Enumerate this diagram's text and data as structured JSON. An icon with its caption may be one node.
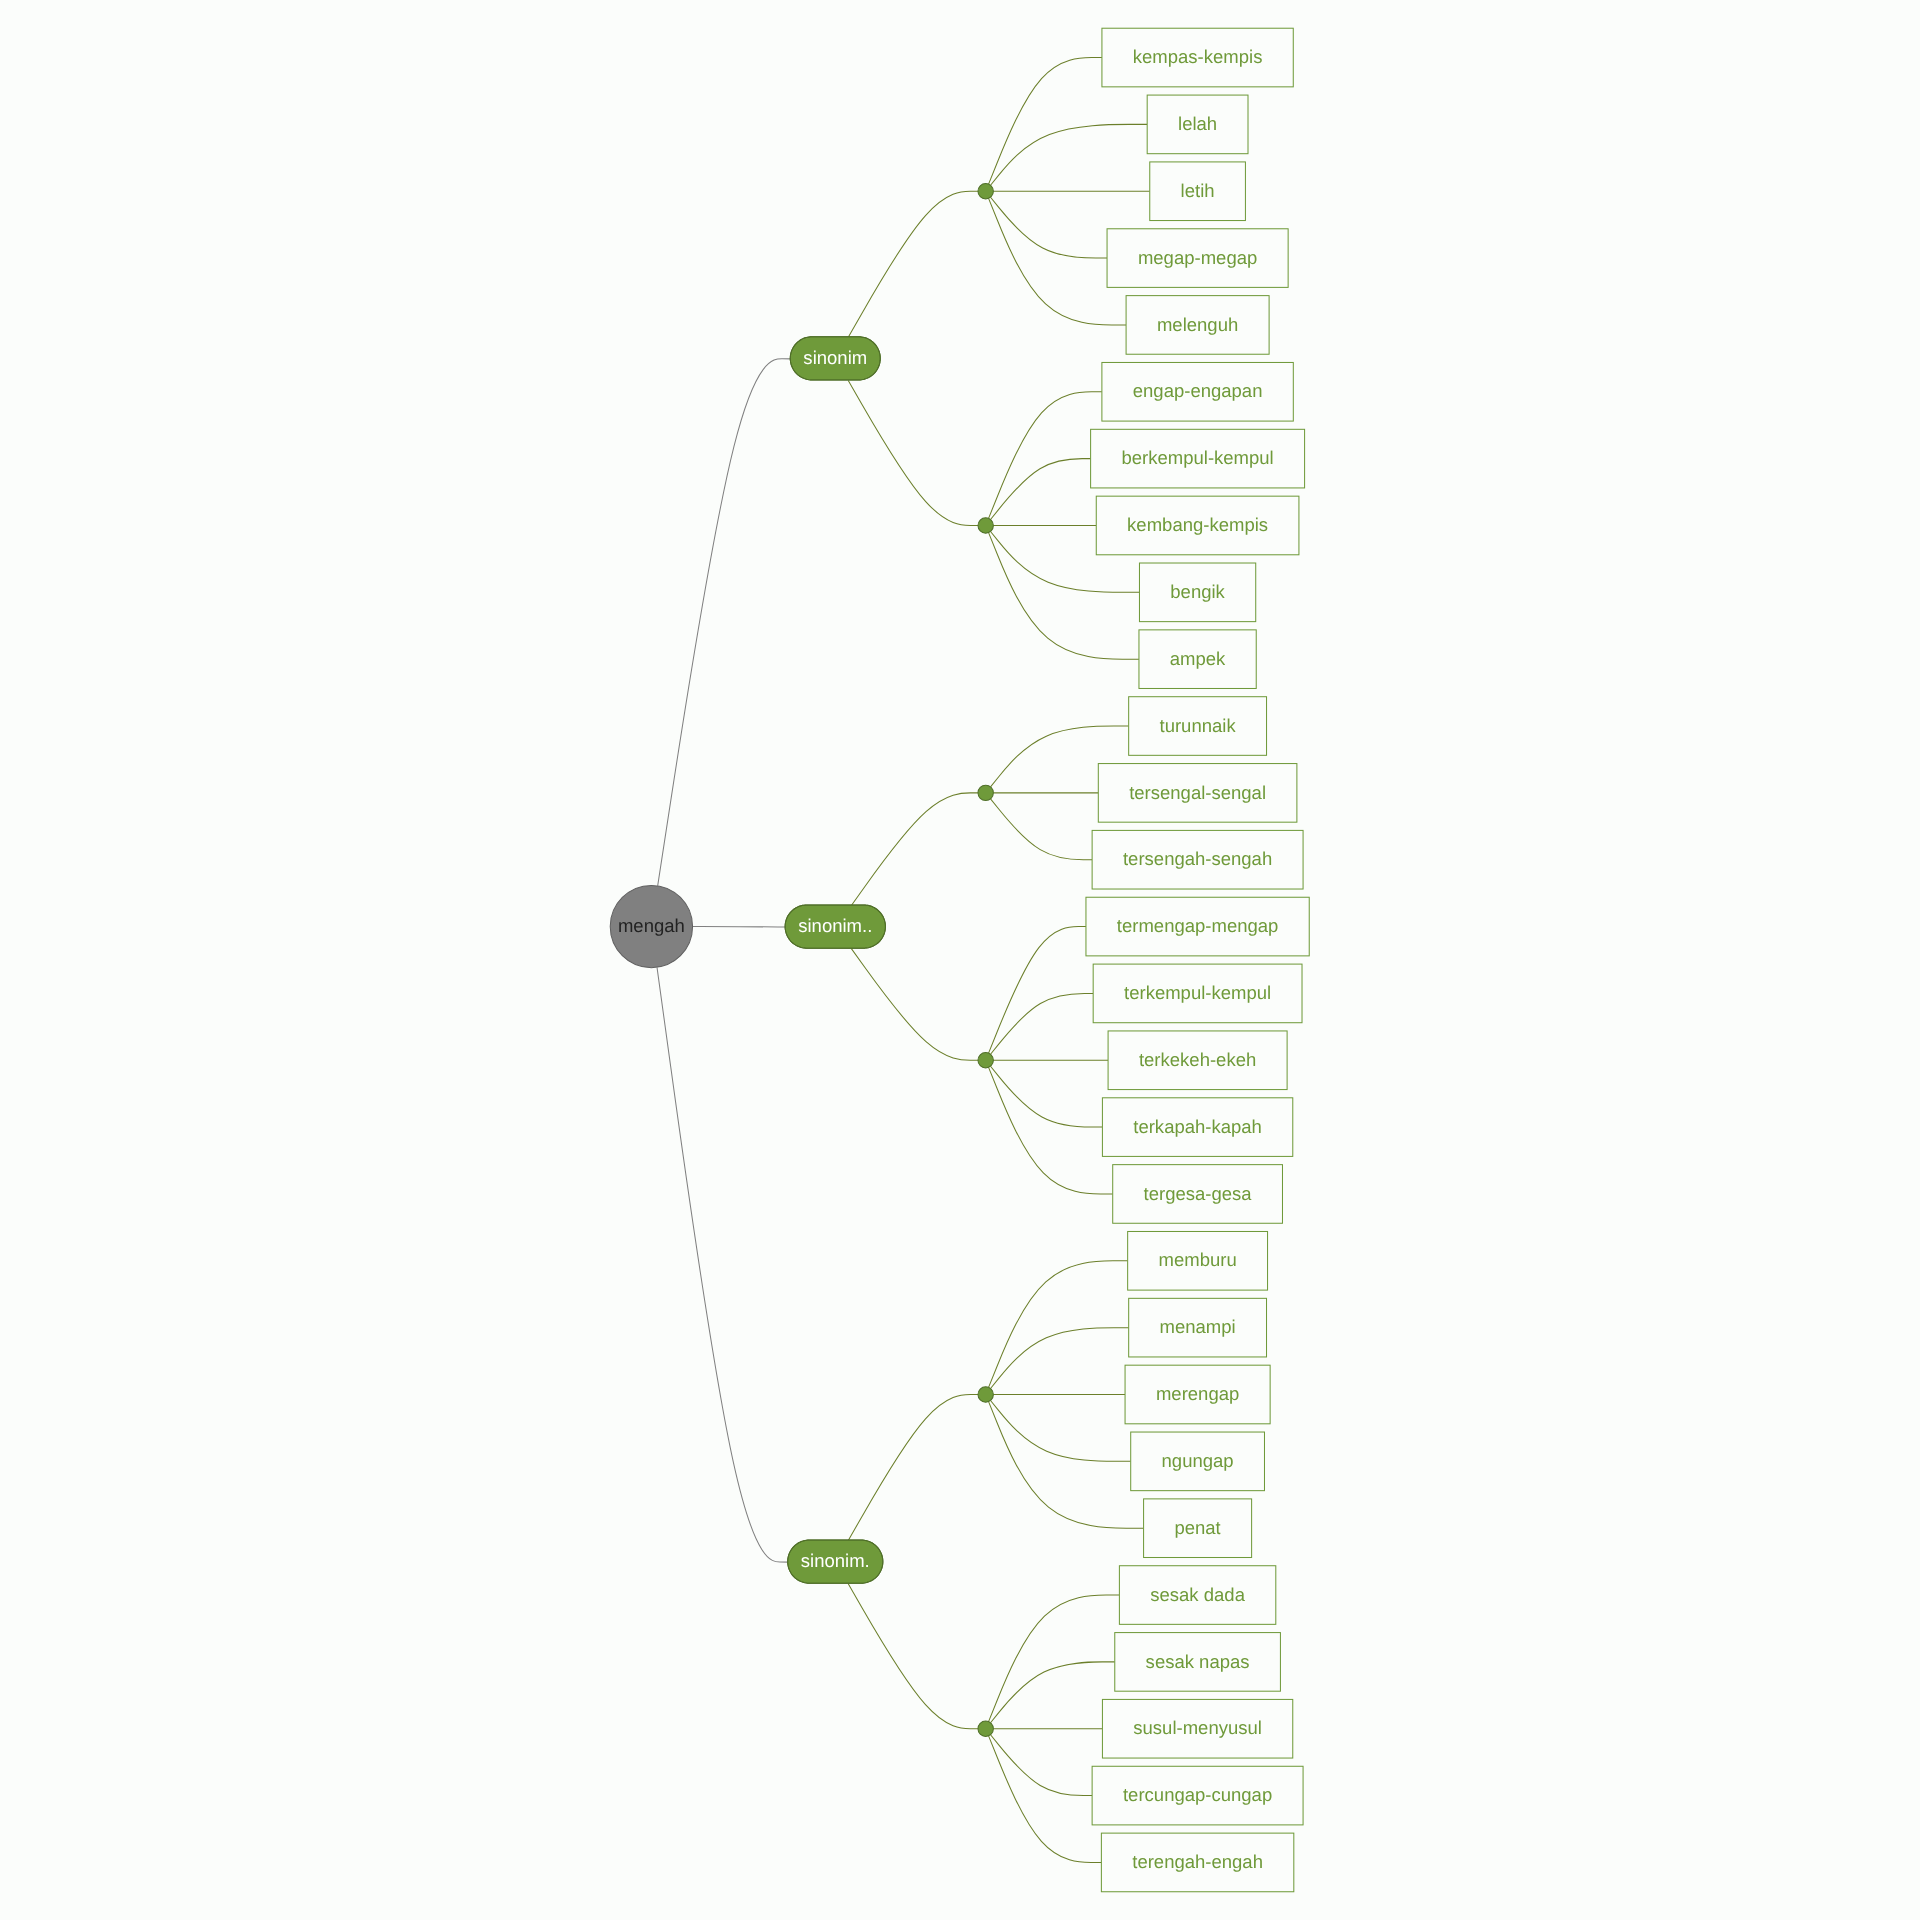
{
  "diagram": {
    "nodes": [
      {
        "text": [
          "mengah"
        ]
      },
      {
        "text": [
          "sinonim"
        ]
      },
      {
        "text": [],
        "shape": "circle"
      },
      {
        "text": [
          "kempas-kempis"
        ]
      },
      {
        "text": [
          "lelah"
        ]
      },
      {
        "text": [
          "letih"
        ]
      },
      {
        "text": [
          "megap-megap"
        ]
      },
      {
        "text": [
          "melenguh"
        ]
      },
      {
        "text": [],
        "shape": "circle"
      },
      {
        "text": [
          "engap-engapan"
        ]
      },
      {
        "text": [
          "berkempul-kempul"
        ]
      },
      {
        "text": [
          "kembang-kempis"
        ]
      },
      {
        "text": [
          "bengik"
        ]
      },
      {
        "text": [
          "ampek"
        ]
      },
      {
        "text": [
          "sinonim.."
        ]
      },
      {
        "text": [],
        "shape": "circle"
      },
      {
        "text": [
          "turunnaik"
        ]
      },
      {
        "text": [
          "tersengal-sengal"
        ]
      },
      {
        "text": [
          "tersengah-sengah"
        ]
      },
      {
        "text": [],
        "shape": "circle"
      },
      {
        "text": [
          "termengap-mengap"
        ]
      },
      {
        "text": [
          "terkempul-kempul"
        ]
      },
      {
        "text": [
          "terkekeh-ekeh"
        ]
      },
      {
        "text": [
          "terkapah-kapah"
        ]
      },
      {
        "text": [
          "tergesa-gesa"
        ]
      },
      {
        "text": [
          "sinonim."
        ]
      },
      {
        "text": [],
        "shape": "circle"
      },
      {
        "text": [
          "memburu"
        ]
      },
      {
        "text": [
          "menampi"
        ]
      },
      {
        "text": [
          "merengap"
        ]
      },
      {
        "text": [
          "ngungap"
        ]
      },
      {
        "text": [
          "penat"
        ]
      },
      {
        "text": [],
        "shape": "circle"
      },
      {
        "text": [
          "sesak dada"
        ]
      },
      {
        "text": [
          "sesak napas"
        ]
      },
      {
        "text": [
          "susul-menyusul"
        ]
      },
      {
        "text": [
          "tercungap-cungap"
        ]
      },
      {
        "text": [
          "terengah-engah"
        ]
      }
    ],
    "edges": [
      {
        "from": 0,
        "to": 1,
        "arrow": "none",
        "color": "#808080"
      },
      {
        "from": 1,
        "to": 2,
        "arrow": "none"
      },
      {
        "from": 2,
        "to": 3,
        "arrow": "none"
      },
      {
        "from": 2,
        "to": 4,
        "arrow": "none"
      },
      {
        "from": 2,
        "to": 5,
        "arrow": "none"
      },
      {
        "from": 2,
        "to": 6,
        "arrow": "none"
      },
      {
        "from": 2,
        "to": 7,
        "arrow": "none"
      },
      {
        "from": 1,
        "to": 8,
        "arrow": "none"
      },
      {
        "from": 8,
        "to": 9,
        "arrow": "none"
      },
      {
        "from": 8,
        "to": 10,
        "arrow": "none"
      },
      {
        "from": 8,
        "to": 11,
        "arrow": "none"
      },
      {
        "from": 8,
        "to": 12,
        "arrow": "none"
      },
      {
        "from": 8,
        "to": 13,
        "arrow": "none"
      },
      {
        "from": 0,
        "to": 14,
        "arrow": "none",
        "color": "#808080"
      },
      {
        "from": 14,
        "to": 15,
        "arrow": "none"
      },
      {
        "from": 15,
        "to": 16,
        "arrow": "none"
      },
      {
        "from": 15,
        "to": 17,
        "arrow": "none"
      },
      {
        "from": 15,
        "to": 18,
        "arrow": "none"
      },
      {
        "from": 14,
        "to": 19,
        "arrow": "none"
      },
      {
        "from": 19,
        "to": 20,
        "arrow": "none"
      },
      {
        "from": 19,
        "to": 21,
        "arrow": "none"
      },
      {
        "from": 19,
        "to": 22,
        "arrow": "none"
      },
      {
        "from": 19,
        "to": 23,
        "arrow": "none"
      },
      {
        "from": 19,
        "to": 24,
        "arrow": "none"
      },
      {
        "from": 0,
        "to": 25,
        "arrow": "none",
        "color": "#808080"
      },
      {
        "from": 25,
        "to": 26,
        "arrow": "none"
      },
      {
        "from": 26,
        "to": 27,
        "arrow": "none"
      },
      {
        "from": 26,
        "to": 28,
        "arrow": "none"
      },
      {
        "from": 26,
        "to": 29,
        "arrow": "none"
      },
      {
        "from": 26,
        "to": 30,
        "arrow": "none"
      },
      {
        "from": 26,
        "to": 31,
        "arrow": "none"
      },
      {
        "from": 25,
        "to": 32,
        "arrow": "none"
      },
      {
        "from": 32,
        "to": 33,
        "arrow": "none"
      },
      {
        "from": 32,
        "to": 34,
        "arrow": "none"
      },
      {
        "from": 32,
        "to": 35,
        "arrow": "none"
      },
      {
        "from": 32,
        "to": 36,
        "arrow": "none"
      },
      {
        "from": 32,
        "to": 37,
        "arrow": "none"
      }
    ]
  }
}
